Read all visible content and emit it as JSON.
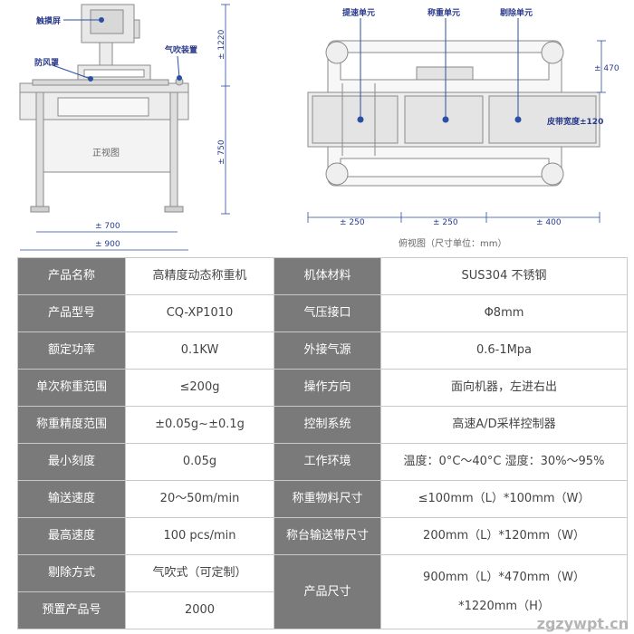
{
  "front_view": {
    "callouts": {
      "touchscreen": "触摸屏",
      "windshield": "防风罩",
      "air_blow": "气吹装置"
    },
    "caption": "正视图",
    "dims": {
      "height_total": "± 1220",
      "height_belt": "± 750",
      "width_inner": "± 700",
      "width_total": "± 900"
    }
  },
  "top_view": {
    "callouts": {
      "speedup": "提速单元",
      "weighing": "称重单元",
      "reject": "剔除单元",
      "belt_width": "皮带宽度±120"
    },
    "dims": {
      "depth": "± 470",
      "seg1": "± 250",
      "seg2": "± 250",
      "seg3": "± 400"
    },
    "caption": "俯视图（尺寸单位：mm）"
  },
  "specs": {
    "rows": [
      {
        "k1": "产品名称",
        "v1": "高精度动态称重机",
        "k2": "机体材料",
        "v2": "SUS304 不锈钢"
      },
      {
        "k1": "产品型号",
        "v1": "CQ-XP1010",
        "k2": "气压接口",
        "v2": "Φ8mm"
      },
      {
        "k1": "额定功率",
        "v1": "0.1KW",
        "k2": "外接气源",
        "v2": "0.6-1Mpa"
      },
      {
        "k1": "单次称重范围",
        "v1": "≤200g",
        "k2": "操作方向",
        "v2": "面向机器，左进右出"
      },
      {
        "k1": "称重精度范围",
        "v1": "±0.05g~±0.1g",
        "k2": "控制系统",
        "v2": "高速A/D采样控制器"
      },
      {
        "k1": "最小刻度",
        "v1": "0.05g",
        "k2": "工作环境",
        "v2": "温度：0°C～40°C  湿度：30%～95%"
      },
      {
        "k1": "输送速度",
        "v1": "20～50m/min",
        "k2": "称重物料尺寸",
        "v2": "≤100mm（L）*100mm（W）"
      },
      {
        "k1": "最高速度",
        "v1": "100 pcs/min",
        "k2": "称台输送带尺寸",
        "v2": "200mm（L）*120mm（W）"
      }
    ],
    "last": {
      "k1a": "剔除方式",
      "v1a": "气吹式（可定制）",
      "k1b": "预置产品号",
      "v1b": "2000",
      "k2": "产品尺寸",
      "v2a": "900mm（L）*470mm（W）",
      "v2b": "*1220mm（H）"
    }
  },
  "watermark": "zgzywpt.cn"
}
